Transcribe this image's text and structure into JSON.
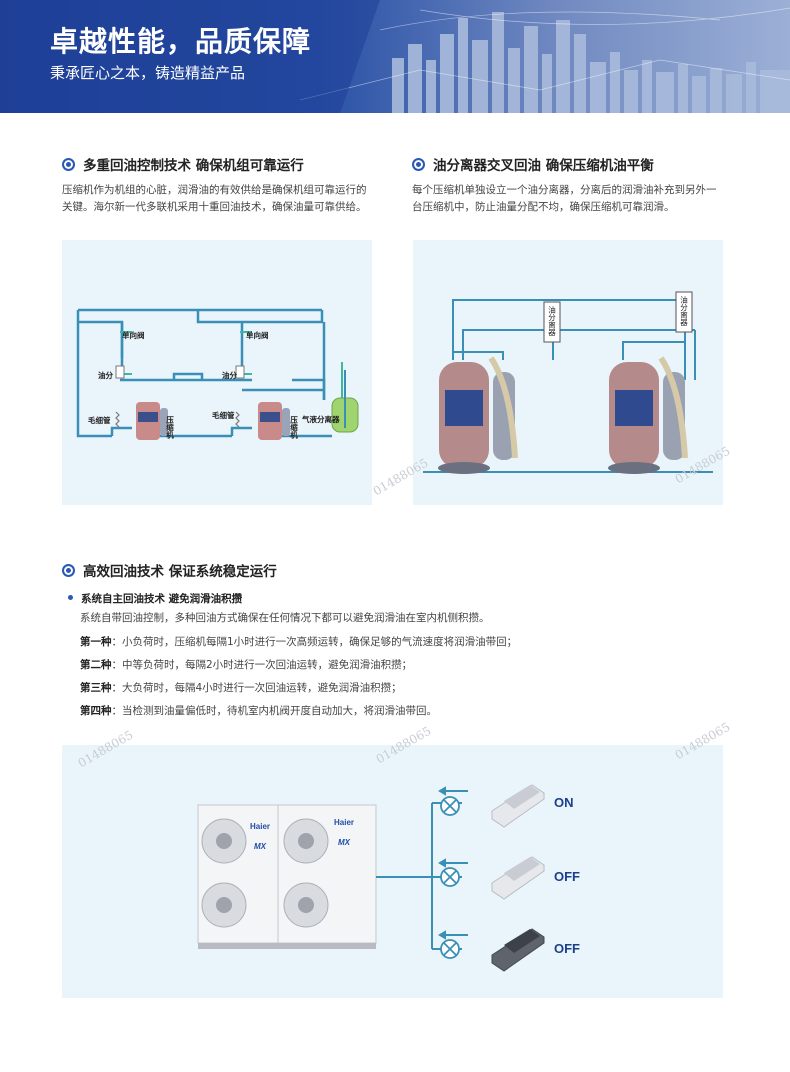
{
  "banner": {
    "title": "卓越性能，品质保障",
    "subtitle": "秉承匠心之本，铸造精益产品"
  },
  "section1": {
    "title": "多重回油控制技术  确保机组可靠运行",
    "lines": [
      "压缩机作为机组的心脏，润滑油的有效供给是确保机组可靠运行的",
      "关键。海尔新一代多联机采用十重回油技术，确保油量可靠供给。"
    ],
    "labels": {
      "check_valve_1": "单向阀",
      "check_valve_2": "单向阀",
      "oil_sep_1": "油分",
      "oil_sep_2": "油分",
      "capillary_1": "毛细管",
      "capillary_2": "毛细管",
      "compressor_1": "压缩机",
      "compressor_2": "压缩机",
      "accumulator": "气液分离器"
    }
  },
  "section2": {
    "title": "油分离器交叉回油  确保压缩机油平衡",
    "lines": [
      "每个压缩机单独设立一个油分离器，分离后的润滑油补充到另外一",
      "台压缩机中，防止油量分配不均，确保压缩机可靠润滑。"
    ],
    "labels": {
      "oil_separator_1": "油分离器",
      "oil_separator_2": "油分离器"
    }
  },
  "section3": {
    "title": "高效回油技术  保证系统稳定运行",
    "subtitle": "系统自主回油技术 避免润滑油积攒",
    "intro": "系统自带回油控制，多种回油方式确保在任何情况下都可以避免润滑油在室内机侧积攒。",
    "items": [
      {
        "label": "第一种",
        "text": "：小负荷时，压缩机每隔1小时进行一次高频运转，确保足够的气流速度将润滑油带回；"
      },
      {
        "label": "第二种",
        "text": "：中等负荷时，每隔2小时进行一次回油运转，避免润滑油积攒；"
      },
      {
        "label": "第三种",
        "text": "：大负荷时，每隔4小时进行一次回油运转，避免润滑油积攒；"
      },
      {
        "label": "第四种",
        "text": "：当检测到油量偏低时，待机室内机阀开度自动加大，将润滑油带回。"
      }
    ],
    "outdoor_unit": {
      "brand_1": "Haier",
      "brand_2": "Haier",
      "model_1": "MX",
      "model_2": "MX"
    },
    "indoor_states": [
      "ON",
      "OFF",
      "OFF"
    ]
  },
  "watermark": "01488065",
  "colors": {
    "banner": "#1f3f97",
    "accent": "#2a58b6",
    "pipe": "#3a8fb7",
    "panel": "#eaf4fb",
    "pipe_green": "#3db7a0"
  }
}
